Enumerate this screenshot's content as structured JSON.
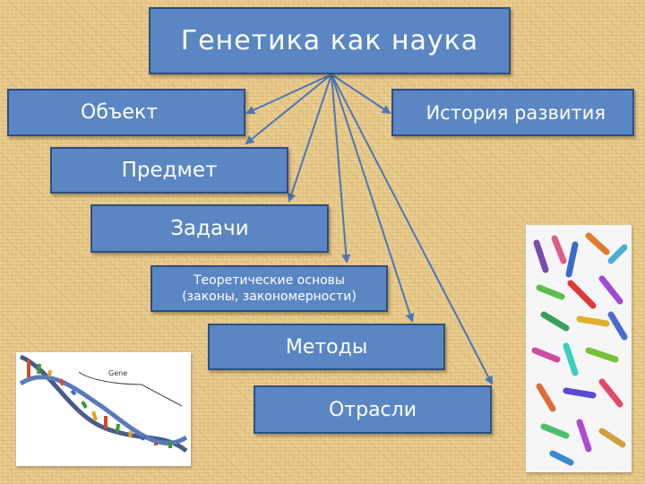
{
  "title": "Генетика  как  наука",
  "boxes": {
    "object": "Объект",
    "history": "История развития",
    "subject": "Предмет",
    "tasks": "Задачи",
    "theory": "Теоретические основы\n(законы, закономерности)",
    "methods": "Методы",
    "branches": "Отрасли"
  },
  "dna_picture": {
    "caption": "Gene"
  },
  "colors": {
    "box_fill": "#5b86c4",
    "box_border": "#2d4e80",
    "arrow": "#4a76b8",
    "background": "#e8c98a"
  }
}
